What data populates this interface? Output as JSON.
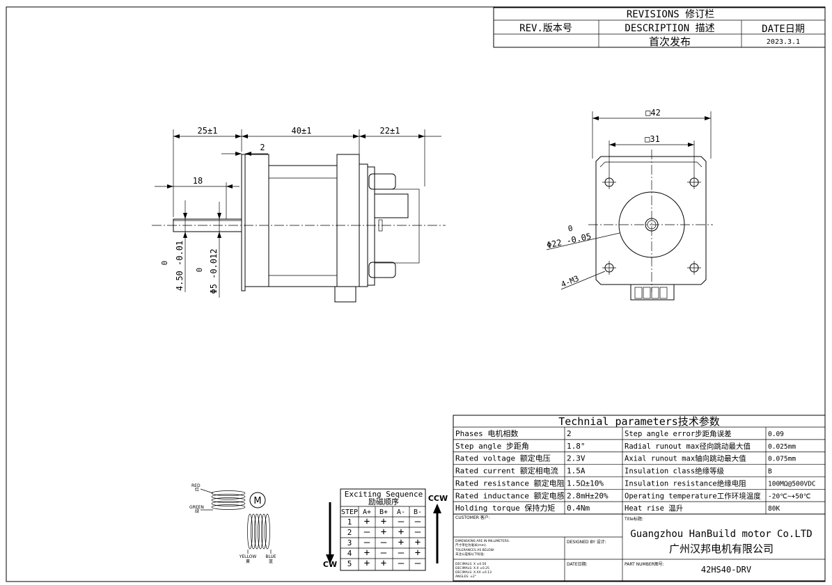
{
  "revisions": {
    "title": "REVISIONS 修订栏",
    "headers": [
      "REV.版本号",
      "DESCRIPTION 描述",
      "DATE日期"
    ],
    "rows": [
      [
        "",
        "首次发布",
        "2023.3.1"
      ]
    ]
  },
  "side_view": {
    "dims": {
      "d25": "25±1",
      "d40": "40±1",
      "d22": "22±1",
      "d2": "2",
      "d18": "18",
      "shaft_flat": {
        "tol": "0",
        "val": "4.50 -0.01"
      },
      "shaft_dia": {
        "tol": "0",
        "val": "Φ5 -0.012"
      }
    }
  },
  "front_view": {
    "dims": {
      "sq42": "□42",
      "sq31": "□31",
      "boss": {
        "tol": "0",
        "val": "Φ22 -0.05"
      },
      "holes": "4-M3"
    }
  },
  "wiring": {
    "red": {
      "en": "RED",
      "cn": "红"
    },
    "green": {
      "en": "GREEN",
      "cn": "绿"
    },
    "yellow": {
      "en": "YELLOW",
      "cn": "黄"
    },
    "blue": {
      "en": "BLUE",
      "cn": "蓝"
    },
    "motor": "M"
  },
  "sequence": {
    "title_en": "Exciting Sequence",
    "title_cn": "励磁顺序",
    "headers": [
      "STEP",
      "A+",
      "B+",
      "A-",
      "B-"
    ],
    "rows": [
      [
        "1",
        "+",
        "+",
        "–",
        "–"
      ],
      [
        "2",
        "–",
        "+",
        "+",
        "–"
      ],
      [
        "3",
        "–",
        "–",
        "+",
        "+"
      ],
      [
        "4",
        "+",
        "–",
        "–",
        "+"
      ],
      [
        "5",
        "+",
        "+",
        "–",
        "–"
      ]
    ],
    "ccw": "CCW",
    "cw": "CW"
  },
  "tech": {
    "title": "Technial parameters技术参数",
    "rows": [
      [
        "Phases 电机相数",
        "2",
        "Step angle error步距角误差",
        "0.09"
      ],
      [
        "Step angle 步距角",
        "1.8°",
        "Radial runout max径向跳动最大值",
        "0.025mm"
      ],
      [
        "Rated voltage 额定电压",
        "2.3V",
        "Axial runout max轴向跳动最大值",
        "0.075mm"
      ],
      [
        "Rated current 额定相电流",
        "1.5A",
        "Insulation class绝缘等级",
        "B"
      ],
      [
        "Rated resistance 额定电阻",
        "1.5Ω±10%",
        "Insulation resistance绝缘电阻",
        "100MΩ@500VDC"
      ],
      [
        "Rated inductance 额定电感",
        "2.8mH±20%",
        "Operating temperature工作环境温度",
        "-20℃~+50℃"
      ],
      [
        "Holding torque 保持力矩",
        "0.4Nm",
        "Heat rise 温升",
        "80K"
      ]
    ]
  },
  "title_block": {
    "customer": "CUSTOMER 客户:",
    "title_label": "Title标题:",
    "company_en": "Guangzhou HanBuild motor Co.LTD",
    "company_cn": "广州汉邦电机有限公司",
    "dims_note1": "DIMENSIONS ARE IN MILLIMETERS.",
    "dims_note2": "尺寸单位为毫米(mm).",
    "tol_note1": "TOLERANCES AS BELOW:",
    "tol_note2": "未注公差按以下标准:",
    "tol_lines": [
      "DECIMALS: X     ±0.50",
      "DECIMALS: X.X   ±0.25",
      "DECIMALS: X.XX  ±0.13",
      "ANGLES:  ±2°"
    ],
    "designed_by": "DESIGNED BY 设计:",
    "date": "DATE日期:",
    "part_label": "PART NUMBER图号:",
    "part_number": "42HS40-DRV"
  }
}
